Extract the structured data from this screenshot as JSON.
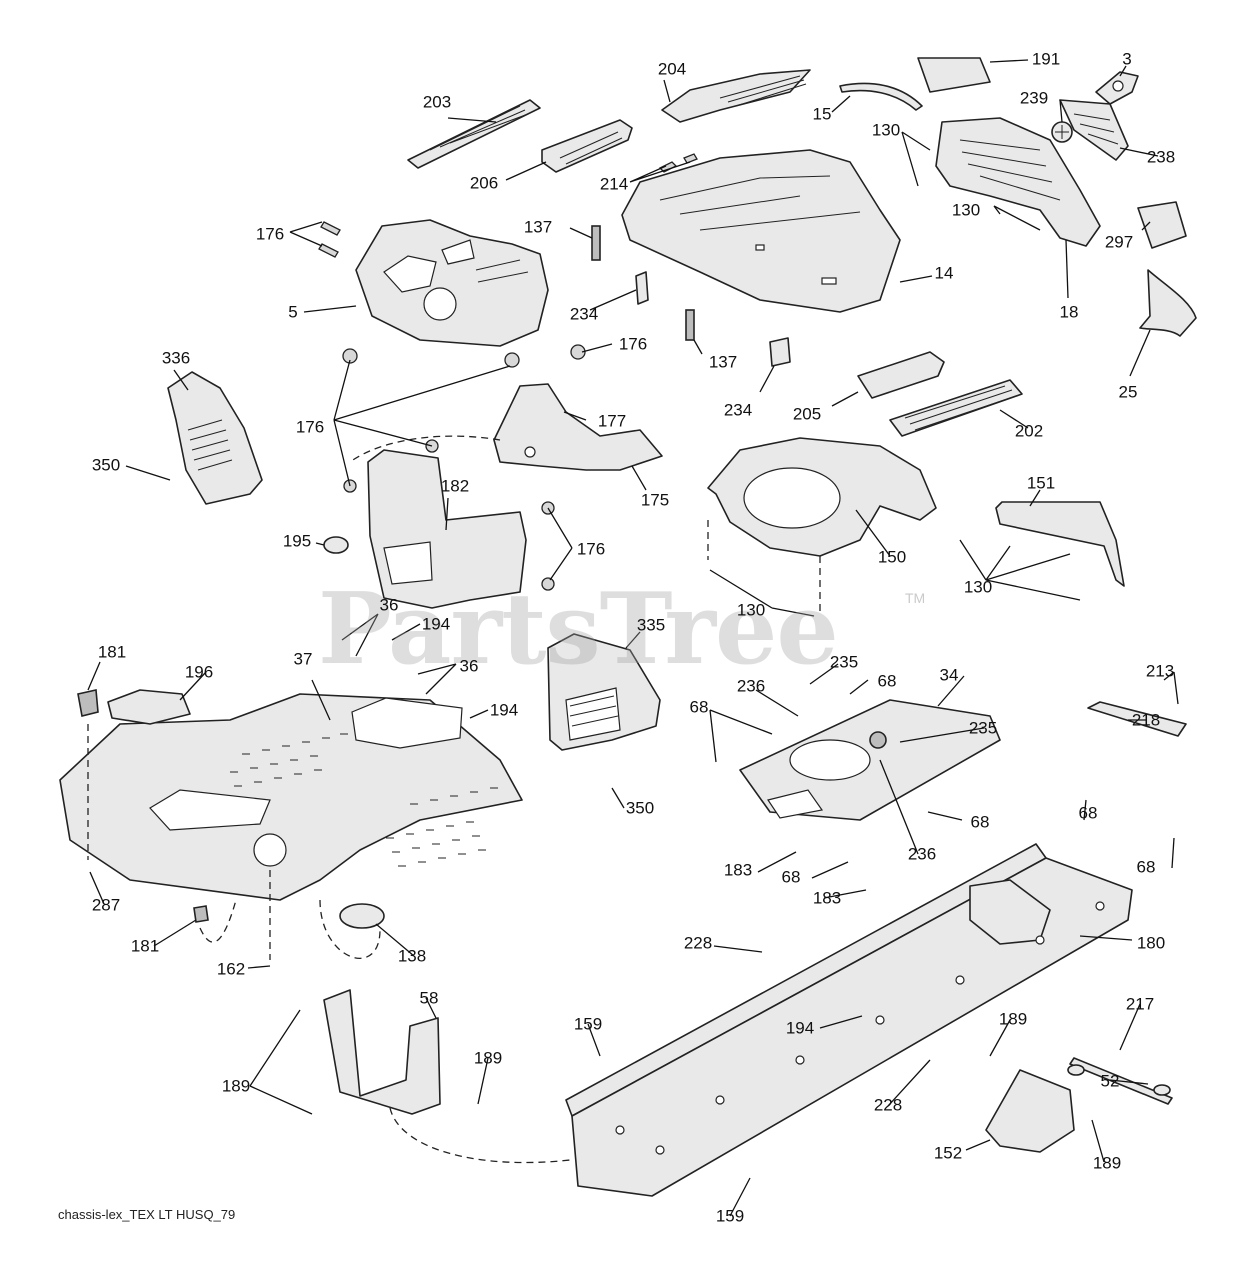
{
  "watermark": {
    "text": "PartsTree",
    "mark": "TM"
  },
  "diagram_ref": "chassis-lex_TEX LT HUSQ_79",
  "callouts": [
    {
      "id": "c203",
      "label": "203"
    },
    {
      "id": "c204",
      "label": "204"
    },
    {
      "id": "c191",
      "label": "191"
    },
    {
      "id": "c3",
      "label": "3"
    },
    {
      "id": "c15",
      "label": "15"
    },
    {
      "id": "c130a",
      "label": "130"
    },
    {
      "id": "c239",
      "label": "239"
    },
    {
      "id": "c238",
      "label": "238"
    },
    {
      "id": "c206",
      "label": "206"
    },
    {
      "id": "c214",
      "label": "214"
    },
    {
      "id": "c130b",
      "label": "130"
    },
    {
      "id": "c297",
      "label": "297"
    },
    {
      "id": "c176a",
      "label": "176"
    },
    {
      "id": "c137a",
      "label": "137"
    },
    {
      "id": "c14",
      "label": "14"
    },
    {
      "id": "c18",
      "label": "18"
    },
    {
      "id": "c5",
      "label": "5"
    },
    {
      "id": "c234a",
      "label": "234"
    },
    {
      "id": "c25",
      "label": "25"
    },
    {
      "id": "c176b",
      "label": "176"
    },
    {
      "id": "c137b",
      "label": "137"
    },
    {
      "id": "c336",
      "label": "336"
    },
    {
      "id": "c234b",
      "label": "234"
    },
    {
      "id": "c205",
      "label": "205"
    },
    {
      "id": "c202",
      "label": "202"
    },
    {
      "id": "c176c",
      "label": "176"
    },
    {
      "id": "c177",
      "label": "177"
    },
    {
      "id": "c350a",
      "label": "350"
    },
    {
      "id": "c182",
      "label": "182"
    },
    {
      "id": "c175",
      "label": "175"
    },
    {
      "id": "c151",
      "label": "151"
    },
    {
      "id": "c195",
      "label": "195"
    },
    {
      "id": "c176d",
      "label": "176"
    },
    {
      "id": "c150",
      "label": "150"
    },
    {
      "id": "c130c",
      "label": "130"
    },
    {
      "id": "c130d",
      "label": "130"
    },
    {
      "id": "c36a",
      "label": "36"
    },
    {
      "id": "c335",
      "label": "335"
    },
    {
      "id": "c181a",
      "label": "181"
    },
    {
      "id": "c194a",
      "label": "194"
    },
    {
      "id": "c196",
      "label": "196"
    },
    {
      "id": "c37",
      "label": "37"
    },
    {
      "id": "c36b",
      "label": "36"
    },
    {
      "id": "c235a",
      "label": "235"
    },
    {
      "id": "c34",
      "label": "34"
    },
    {
      "id": "c213",
      "label": "213"
    },
    {
      "id": "c236a",
      "label": "236"
    },
    {
      "id": "c68a",
      "label": "68"
    },
    {
      "id": "c194b",
      "label": "194"
    },
    {
      "id": "c68b",
      "label": "68"
    },
    {
      "id": "c235b",
      "label": "235"
    },
    {
      "id": "c218",
      "label": "218"
    },
    {
      "id": "c350b",
      "label": "350"
    },
    {
      "id": "c68c",
      "label": "68"
    },
    {
      "id": "c68d",
      "label": "68"
    },
    {
      "id": "c236b",
      "label": "236"
    },
    {
      "id": "c183a",
      "label": "183"
    },
    {
      "id": "c68e",
      "label": "68"
    },
    {
      "id": "c68f",
      "label": "68"
    },
    {
      "id": "c287",
      "label": "287"
    },
    {
      "id": "c183b",
      "label": "183"
    },
    {
      "id": "c181b",
      "label": "181"
    },
    {
      "id": "c228a",
      "label": "228"
    },
    {
      "id": "c180",
      "label": "180"
    },
    {
      "id": "c138",
      "label": "138"
    },
    {
      "id": "c162",
      "label": "162"
    },
    {
      "id": "c58",
      "label": "58"
    },
    {
      "id": "c217",
      "label": "217"
    },
    {
      "id": "c159a",
      "label": "159"
    },
    {
      "id": "c189a",
      "label": "189"
    },
    {
      "id": "c194c",
      "label": "194"
    },
    {
      "id": "c189b",
      "label": "189"
    },
    {
      "id": "c52",
      "label": "52"
    },
    {
      "id": "c189c",
      "label": "189"
    },
    {
      "id": "c228b",
      "label": "228"
    },
    {
      "id": "c152",
      "label": "152"
    },
    {
      "id": "c189d",
      "label": "189"
    },
    {
      "id": "c159b",
      "label": "159"
    }
  ]
}
